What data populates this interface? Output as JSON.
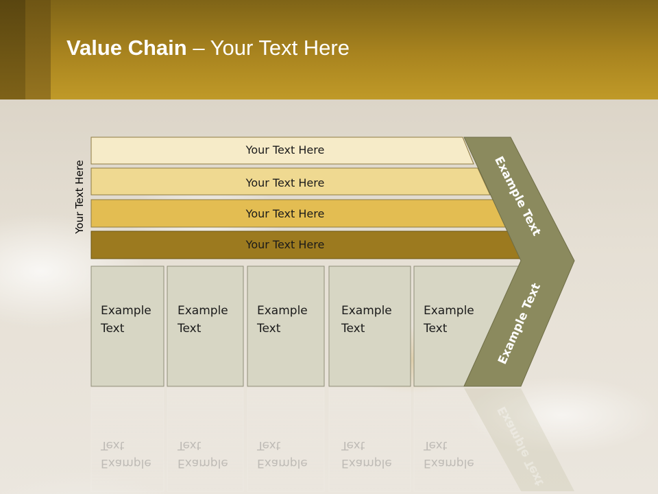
{
  "header": {
    "title_bold": "Value Chain",
    "title_rest": " – Your Text Here"
  },
  "side_label": "Your Text Here",
  "bands": [
    {
      "label": "Your Text Here",
      "color": "#f6ebc8"
    },
    {
      "label": "Your Text Here",
      "color": "#efd991"
    },
    {
      "label": "Your Text Here",
      "color": "#e3bd52"
    },
    {
      "label": "Your Text Here",
      "color": "#9c7a1f"
    }
  ],
  "columns": [
    {
      "line1": "Example",
      "line2": "Text"
    },
    {
      "line1": "Example",
      "line2": "Text"
    },
    {
      "line1": "Example",
      "line2": "Text"
    },
    {
      "line1": "Example",
      "line2": "Text"
    },
    {
      "line1": "Example",
      "line2": "Text"
    }
  ],
  "chevron": {
    "upper_label": "Example Text",
    "lower_label": "Example Text",
    "color": "#8b8a5e"
  },
  "colors": {
    "header_dark": "#7f6417",
    "header_light": "#c09a28",
    "column_fill": "#d7d6c4"
  }
}
